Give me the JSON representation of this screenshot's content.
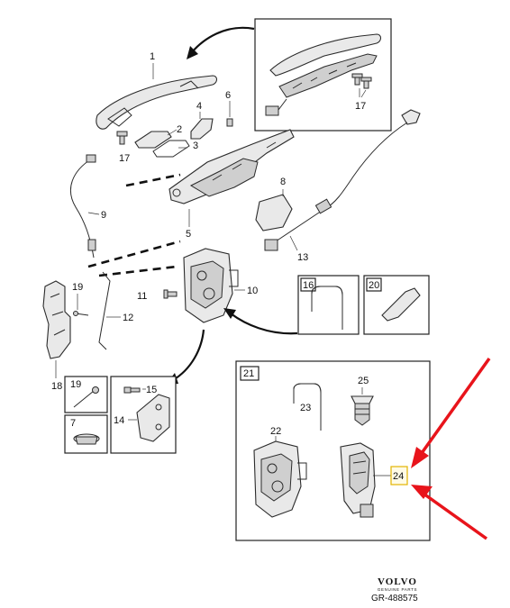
{
  "diagram": {
    "callouts": {
      "c1": "1",
      "c2": "2",
      "c3": "3",
      "c4": "4",
      "c5": "5",
      "c6": "6",
      "c7": "7",
      "c8": "8",
      "c9": "9",
      "c10": "10",
      "c11": "11",
      "c12": "12",
      "c13": "13",
      "c14": "14",
      "c15": "15",
      "c16": "16",
      "c17a": "17",
      "c17b": "17",
      "c18": "18",
      "c19a": "19",
      "c19b": "19",
      "c20": "20",
      "c21": "21",
      "c22": "22",
      "c23": "23",
      "c24": "24",
      "c25": "25"
    },
    "highlight": {
      "part": "24",
      "color": "#e8141b"
    }
  },
  "footer": {
    "brand": "VOLVO",
    "brand_sub": "GENUINE PARTS",
    "ref": "GR-488575"
  }
}
